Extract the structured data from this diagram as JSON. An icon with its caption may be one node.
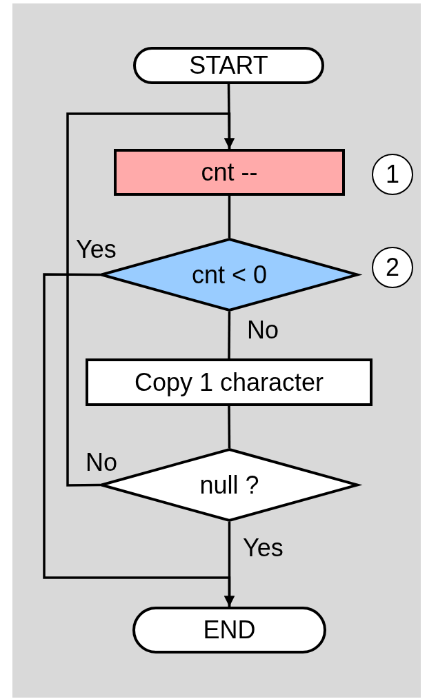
{
  "diagram": {
    "nodes": [
      {
        "text": [
          "START"
        ]
      },
      {
        "text": [
          "cnt --"
        ]
      },
      {
        "text": [
          "cnt < 0"
        ]
      },
      {
        "text": [
          "Copy 1 character"
        ]
      },
      {
        "text": [
          "null ?"
        ]
      },
      {
        "text": [
          "END"
        ]
      },
      {
        "text": [
          "1"
        ]
      },
      {
        "text": [
          "2"
        ]
      }
    ],
    "edges": [
      {
        "from": 0,
        "to": 1,
        "arrow": "none"
      },
      {
        "from": 1,
        "to": 2,
        "arrow": "none"
      },
      {
        "from": 2,
        "to": 3,
        "label": "No",
        "arrow": "none"
      },
      {
        "from": 3,
        "to": 4,
        "arrow": "none"
      },
      {
        "from": 4,
        "to": 5,
        "label": "Yes",
        "arrow": "none"
      },
      {
        "from": 4,
        "to": 1,
        "label": "No",
        "arrow": "to"
      },
      {
        "from": 2,
        "to": 5,
        "label": "Yes",
        "arrow": "to"
      }
    ]
  }
}
